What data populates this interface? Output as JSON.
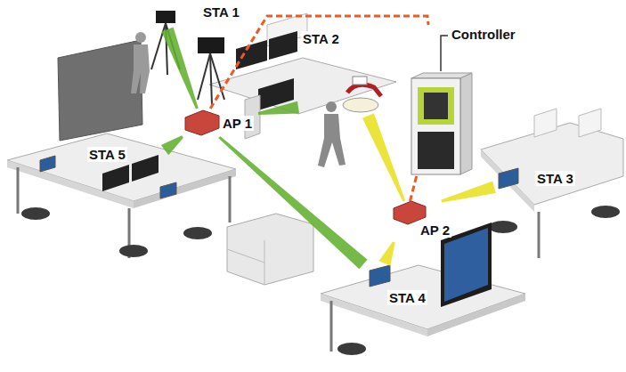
{
  "diagram": {
    "nodes": [
      {
        "text": [
          "STA 1"
        ]
      },
      {
        "text": [
          "STA 2"
        ]
      },
      {
        "text": [
          "Controller"
        ]
      },
      {
        "text": [
          "AP 1"
        ]
      },
      {
        "text": [
          "STA 5"
        ]
      },
      {
        "text": [
          "AP 2"
        ]
      },
      {
        "text": [
          "STA 3"
        ]
      },
      {
        "text": [
          "STA 4"
        ]
      }
    ],
    "edges": [
      {
        "from": 3,
        "to": 0,
        "arrow": "none"
      },
      {
        "from": 3,
        "to": 1,
        "arrow": "none"
      },
      {
        "from": 3,
        "to": 4,
        "arrow": "none"
      },
      {
        "from": 3,
        "to": 7,
        "arrow": "none"
      },
      {
        "from": 5,
        "to": 1,
        "arrow": "none"
      },
      {
        "from": 5,
        "to": 6,
        "arrow": "none"
      },
      {
        "from": 5,
        "to": 7,
        "arrow": "none"
      },
      {
        "from": 3,
        "to": 2,
        "arrow": "none"
      },
      {
        "from": 2,
        "to": 5,
        "arrow": "none"
      }
    ]
  }
}
